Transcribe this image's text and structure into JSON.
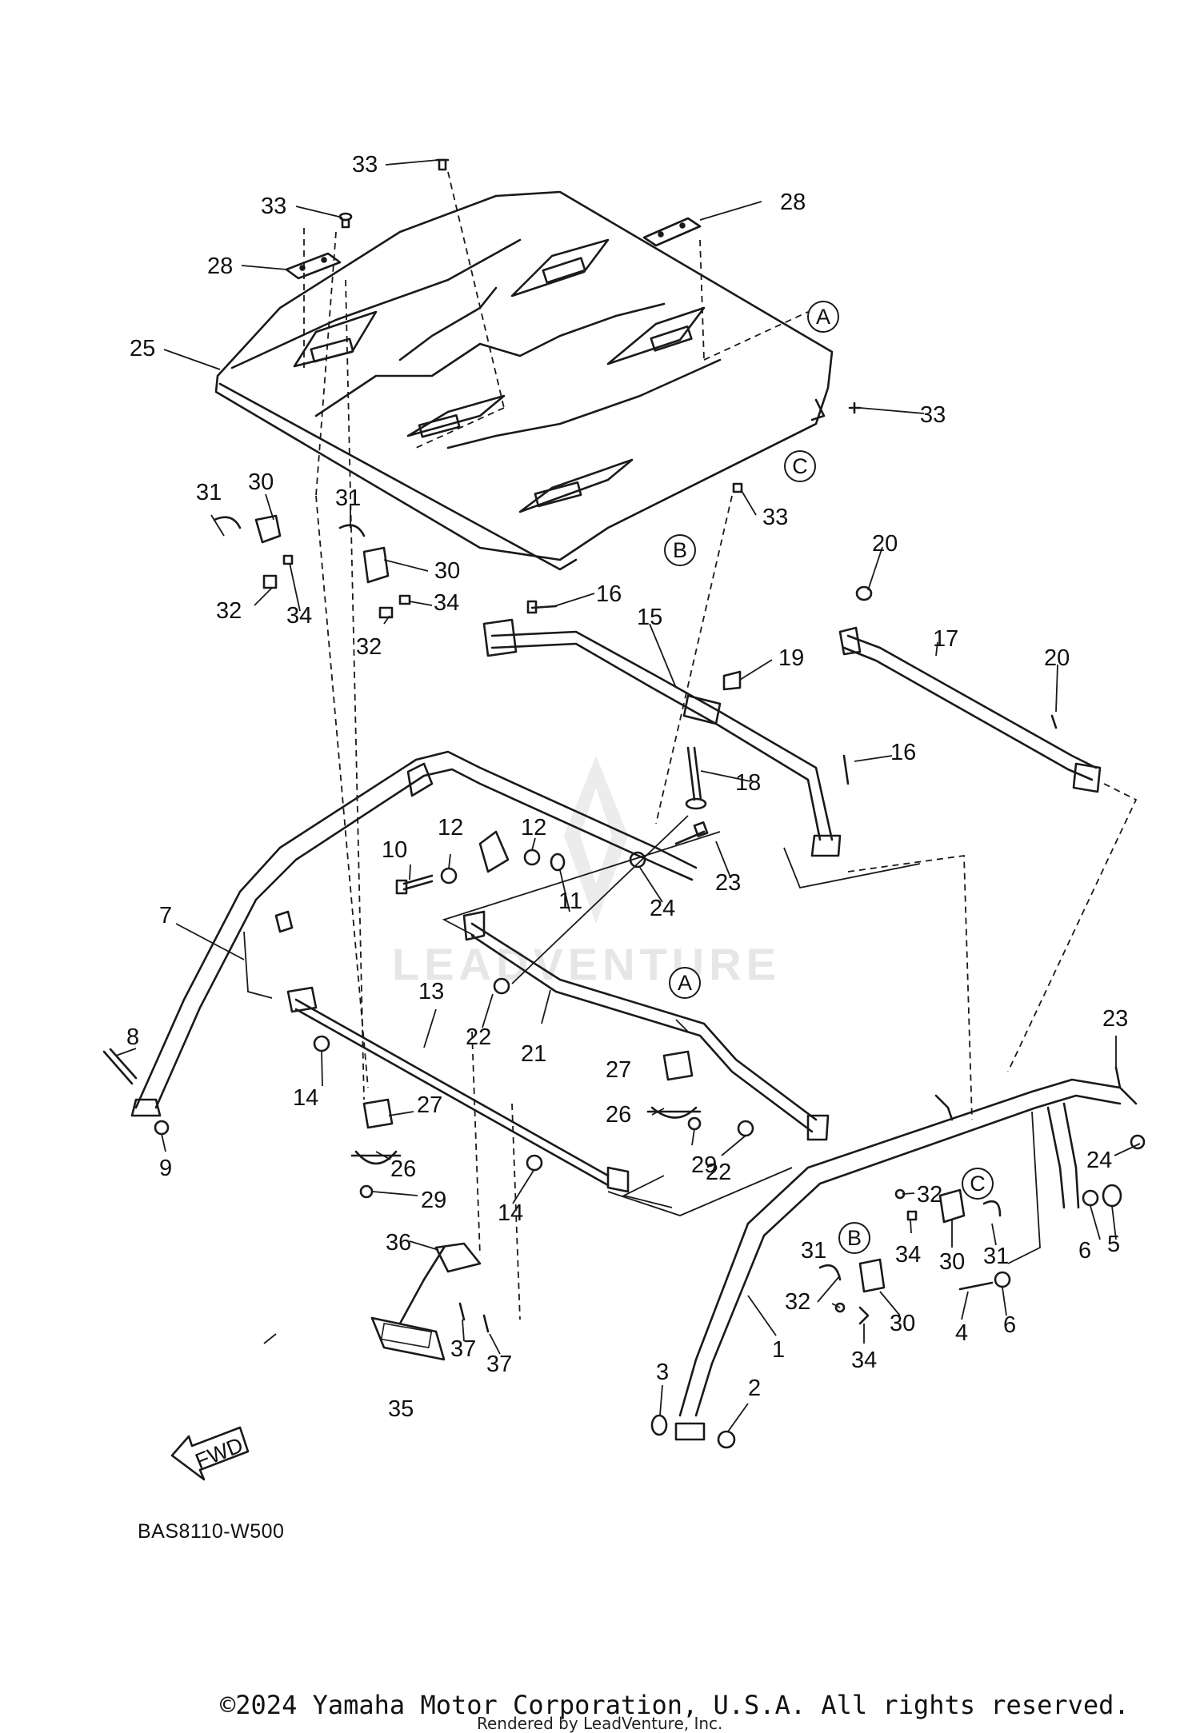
{
  "diagram": {
    "code": "BAS8110-W500",
    "fwd_label": "FWD",
    "callouts": {
      "c1": "1",
      "c2": "2",
      "c3": "3",
      "c4": "4",
      "c5": "5",
      "c6a": "6",
      "c6b": "6",
      "c7": "7",
      "c8": "8",
      "c9": "9",
      "c10": "10",
      "c11": "11",
      "c12a": "12",
      "c12b": "12",
      "c13": "13",
      "c14a": "14",
      "c14b": "14",
      "c15": "15",
      "c16a": "16",
      "c16b": "16",
      "c17": "17",
      "c18": "18",
      "c19": "19",
      "c20a": "20",
      "c20b": "20",
      "c21": "21",
      "c22a": "22",
      "c22b": "22",
      "c23a": "23",
      "c23b": "23",
      "c24a": "24",
      "c24b": "24",
      "c25": "25",
      "c26a": "26",
      "c26b": "26",
      "c27a": "27",
      "c27b": "27",
      "c28a": "28",
      "c28b": "28",
      "c29a": "29",
      "c29b": "29",
      "c30a": "30",
      "c30b": "30",
      "c30c": "30",
      "c30d": "30",
      "c31a": "31",
      "c31b": "31",
      "c31c": "31",
      "c31d": "31",
      "c32a": "32",
      "c32b": "32",
      "c32c": "32",
      "c32d": "32",
      "c33a": "33",
      "c33b": "33",
      "c33c": "33",
      "c33d": "33",
      "c34a": "34",
      "c34b": "34",
      "c34c": "34",
      "c34d": "34",
      "c35": "35",
      "c36": "36",
      "c37a": "37",
      "c37b": "37"
    },
    "refs": {
      "a1": "A",
      "a2": "A",
      "b1": "B",
      "b2": "B",
      "cc1": "C",
      "cc2": "C"
    }
  },
  "watermark": {
    "text": "LEADVENTURE"
  },
  "footer": {
    "copyright": "©2024 Yamaha Motor Corporation, U.S.A. All rights reserved.",
    "rendered_by": "Rendered by LeadVenture, Inc."
  }
}
